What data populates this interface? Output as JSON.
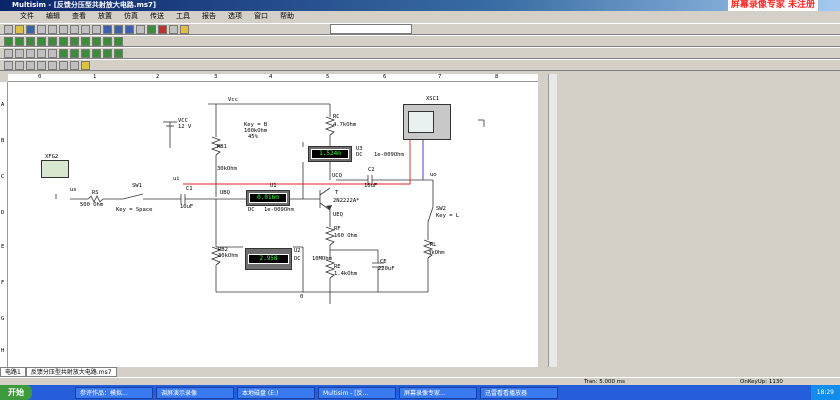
{
  "window": {
    "title": "Multisim - [反馈分压型共射放大电路.ms7]"
  },
  "watermark": "屏幕录像专家  未注册",
  "menu": [
    "文件",
    "编辑",
    "查看",
    "放置",
    "仿真",
    "传送",
    "工具",
    "报告",
    "选项",
    "窗口",
    "帮助"
  ],
  "ruler": {
    "cols": [
      "0",
      "1",
      "2",
      "3",
      "4",
      "5",
      "6",
      "7",
      "8"
    ],
    "rows": [
      "A",
      "B",
      "C",
      "D",
      "E",
      "F",
      "G",
      "H"
    ]
  },
  "circuit": {
    "vcc_label": "Vcc",
    "vcc": "VCC",
    "vcc_val": "12 V",
    "rb1": "RB1",
    "rb1_val": "30kOhm",
    "pot_key": "Key = B",
    "pot_val": "100kOhm",
    "pot_pct": "45%",
    "rc": "RC",
    "rc_val": "4.7kOhm",
    "u3": "U3",
    "u3_mode": "DC",
    "u3_res": "1e-009Ohm",
    "u3_reading": "1.524m",
    "xfg": "XFG2",
    "us": "us",
    "rs": "RS",
    "rs_val": "500 Ohm",
    "sw1": "SW1",
    "sw1_key": "Key = Space",
    "c1": "C1",
    "c1_val": "10uF",
    "ui": "ui",
    "ubq": "UBQ",
    "u1": "U1",
    "u1_mode": "DC",
    "u1_res": "1e-009Ohm",
    "u1_reading": "0.016m",
    "t": "T",
    "t_model": "2N2222A*",
    "ucq": "UCQ",
    "c2": "C2",
    "c2_val": "10uF",
    "uo": "uo",
    "xsc": "XSC1",
    "sw2": "SW2",
    "sw2_key": "Key = L",
    "rl": "RL",
    "rl_val": "3kOhm",
    "rb2": "RB2",
    "rb2_val": "30kOhm",
    "u2": "U2",
    "u2_mode": "DC",
    "u2_res": "10MOhm",
    "u2_reading": "2.958",
    "ueq": "UEQ",
    "rf": "RF",
    "rf_val": "160 Ohm",
    "re": "RE",
    "re_val": "1.4kOhm",
    "ce": "CE",
    "ce_val": "220uF",
    "gnd": "0"
  },
  "tabs": [
    "电路1",
    "反馈分压型共射放大电路.ms7"
  ],
  "status": {
    "tran": "Tran: 5.000 ms",
    "keyup": "OnKeyUp: 1130"
  },
  "taskbar": {
    "start": "开始",
    "tasks": [
      "参评作品：模拟...",
      "调屏演示录像",
      "本地磁盘 (E:)",
      "Multisim - [反...",
      "屏幕录像专家...",
      "迅雷看看播放器"
    ],
    "clock": "18:29"
  }
}
